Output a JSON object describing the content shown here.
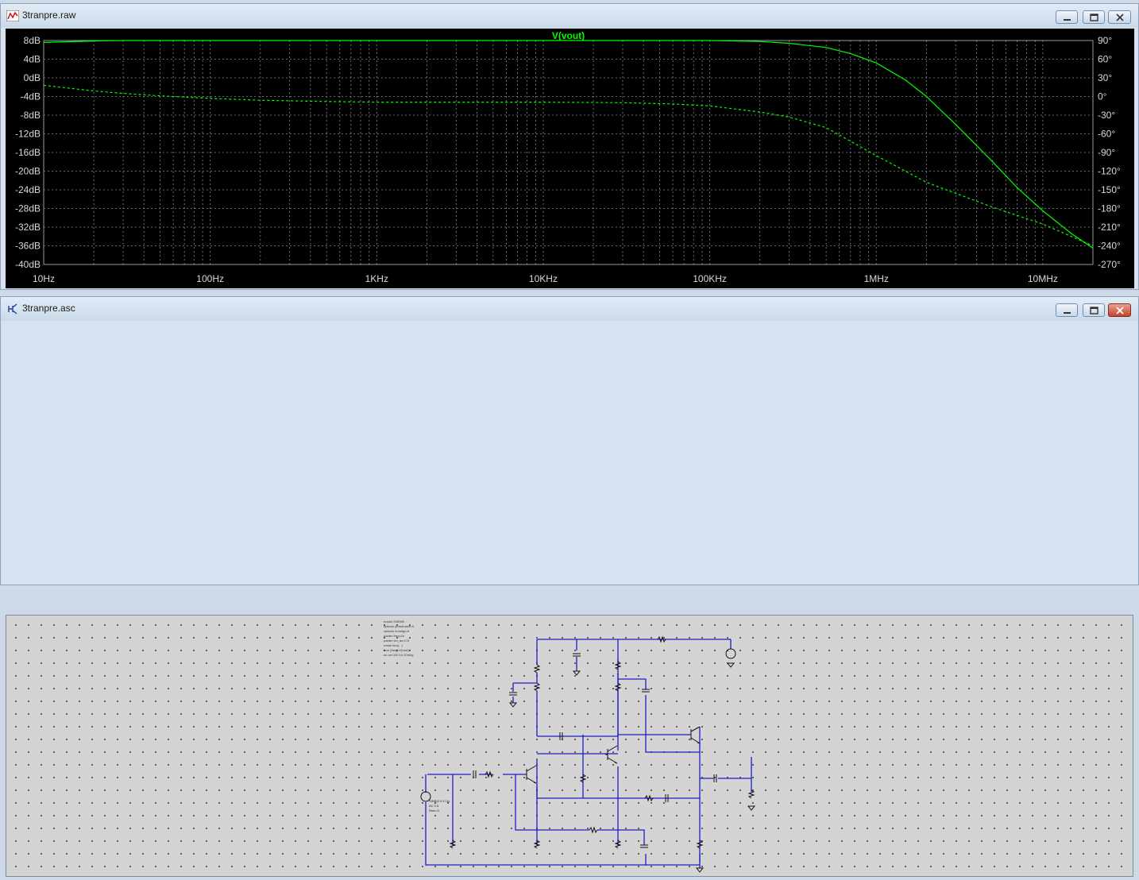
{
  "plot_window": {
    "title": "3tranpre.raw",
    "icon": "waveform-icon"
  },
  "schematic_window": {
    "title": "3tranpre.asc",
    "icon": "transistor-icon",
    "directives": [
      ".model 2N5089 ...",
      ".options plotwinsize=0",
      ".options numdgt=8",
      ".param freq=1k",
      ".param vin_ac=0.5",
      ".meas four(...)",
      ".four {freq} V(vout)",
      ".ac oct 100 10 20meg"
    ],
    "source_label": [
      "SINE(0 0.5 1k)",
      "AC 0.5",
      "Rser=0"
    ]
  },
  "window_controls": {
    "minimize": "minimize-icon",
    "maximize": "maximize-icon",
    "close": "close-icon"
  },
  "chart_data": {
    "type": "line",
    "title": "V(vout)",
    "xscale": "log",
    "xlim": [
      10,
      20000000
    ],
    "x_ticks": [
      {
        "v": 10,
        "label": "10Hz"
      },
      {
        "v": 100,
        "label": "100Hz"
      },
      {
        "v": 1000,
        "label": "1KHz"
      },
      {
        "v": 10000,
        "label": "10KHz"
      },
      {
        "v": 100000,
        "label": "100KHz"
      },
      {
        "v": 1000000,
        "label": "1MHz"
      },
      {
        "v": 10000000,
        "label": "10MHz"
      }
    ],
    "y_left": {
      "unit": "dB",
      "lim": [
        -40,
        8
      ],
      "ticks": [
        "8dB",
        "4dB",
        "0dB",
        "-4dB",
        "-8dB",
        "-12dB",
        "-16dB",
        "-20dB",
        "-24dB",
        "-28dB",
        "-32dB",
        "-36dB",
        "-40dB"
      ]
    },
    "y_right": {
      "unit": "deg",
      "lim": [
        -270,
        90
      ],
      "ticks": [
        "90°",
        "60°",
        "30°",
        "0°",
        "-30°",
        "-60°",
        "-90°",
        "-120°",
        "-150°",
        "-180°",
        "-210°",
        "-240°",
        "-270°"
      ]
    },
    "grid": true,
    "trace_color": "#00ff00",
    "series": [
      {
        "name": "V(vout)",
        "axis": "left",
        "style": "solid",
        "points": [
          [
            10,
            7.6
          ],
          [
            20,
            7.9
          ],
          [
            30,
            8.0
          ],
          [
            100,
            8.0
          ],
          [
            1000,
            8.0
          ],
          [
            10000,
            8.0
          ],
          [
            100000,
            8.0
          ],
          [
            200000,
            7.8
          ],
          [
            300000,
            7.4
          ],
          [
            500000,
            6.5
          ],
          [
            700000,
            5.2
          ],
          [
            1000000,
            3.2
          ],
          [
            1500000,
            -0.5
          ],
          [
            2000000,
            -4
          ],
          [
            3000000,
            -10
          ],
          [
            5000000,
            -18
          ],
          [
            7000000,
            -23.5
          ],
          [
            10000000,
            -28.5
          ],
          [
            15000000,
            -33.5
          ],
          [
            20000000,
            -36.5
          ]
        ]
      },
      {
        "name": "phase",
        "axis": "right",
        "style": "dashed",
        "points": [
          [
            10,
            18
          ],
          [
            20,
            9
          ],
          [
            30,
            5
          ],
          [
            50,
            1
          ],
          [
            100,
            -3
          ],
          [
            200,
            -6
          ],
          [
            500,
            -8
          ],
          [
            1000,
            -9
          ],
          [
            5000,
            -9
          ],
          [
            10000,
            -9
          ],
          [
            30000,
            -10
          ],
          [
            60000,
            -12
          ],
          [
            100000,
            -15
          ],
          [
            200000,
            -25
          ],
          [
            300000,
            -33
          ],
          [
            500000,
            -50
          ],
          [
            1000000,
            -95
          ],
          [
            2000000,
            -138
          ],
          [
            5000000,
            -178
          ],
          [
            10000000,
            -205
          ],
          [
            20000000,
            -240
          ]
        ]
      }
    ]
  }
}
